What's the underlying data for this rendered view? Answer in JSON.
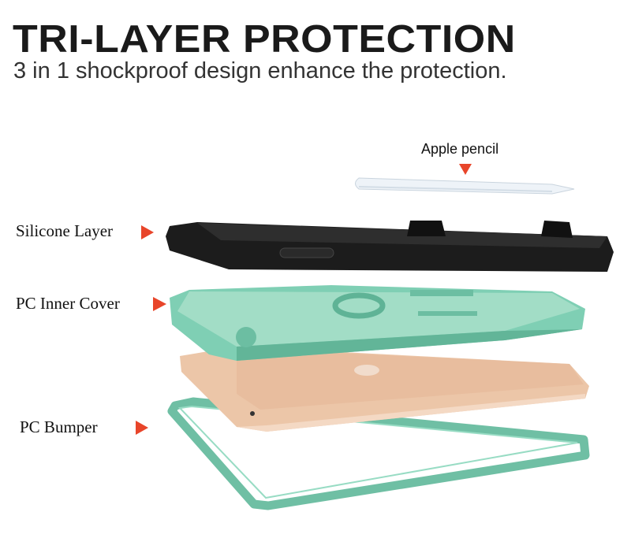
{
  "header": {
    "title": "TRI-LAYER PROTECTION",
    "subtitle": "3 in 1 shockproof design enhance the protection."
  },
  "callouts": {
    "pencil": "Apple pencil",
    "silicone": "Silicone Layer",
    "inner_cover": "PC Inner Cover",
    "bumper": "PC Bumper"
  },
  "colors": {
    "arrow": "#e8452a",
    "silicone": "#1c1c1c",
    "mint": "#7fcfb4",
    "gold": "#ecc6a8"
  }
}
